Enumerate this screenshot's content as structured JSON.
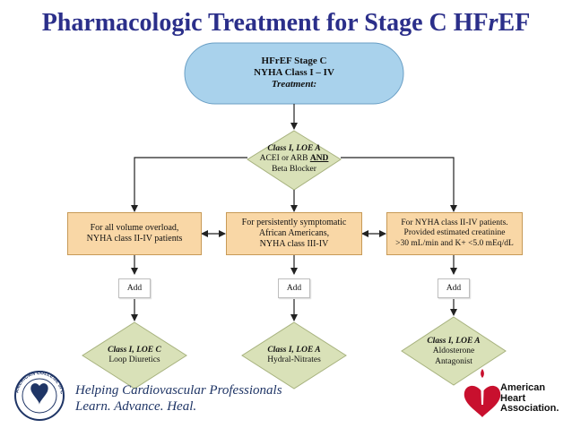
{
  "title": {
    "main": "Pharmacologic Treatment for Stage C HF",
    "italic_letter": "r",
    "tail": "EF"
  },
  "start_node": {
    "line1": "HFrEF Stage C",
    "line2": "NYHA Class I – IV",
    "line3": "Treatment:"
  },
  "decision_top": {
    "class_line": "Class I, LOE A",
    "drug_line_pre": "ACEI or ARB ",
    "drug_line_and": "AND",
    "drug_line2": "Beta Blocker"
  },
  "condition_boxes": [
    {
      "line1": "For all volume overload,",
      "line2": "NYHA class II-IV patients",
      "line3": ""
    },
    {
      "line1": "For persistently symptomatic",
      "line2": "African Americans,",
      "line3": "NYHA class III-IV"
    },
    {
      "line1": "For NYHA class II-IV patients.",
      "line2": "Provided  estimated creatinine",
      "line3": ">30 mL/min and K+ <5.0 mEq/dL"
    }
  ],
  "add_boxes": [
    "Add",
    "Add",
    "Add"
  ],
  "therapy_diamonds": [
    {
      "class_line": "Class I, LOE C",
      "line1": "Loop Diuretics",
      "line2": ""
    },
    {
      "class_line": "Class I, LOE A",
      "line1": "Hydral-Nitrates",
      "line2": ""
    },
    {
      "class_line": "Class I, LOE A",
      "line1": "Aldosterone",
      "line2": "Antagonist"
    }
  ],
  "footer": {
    "acc_tagline1": "Helping Cardiovascular Professionals",
    "acc_tagline2": "Learn. Advance. Heal.",
    "acc_seal_text": "AMERICAN COLLEGE of CARDIOLOGY",
    "aha_line1": "American",
    "aha_line2": "Heart",
    "aha_line3": "Association."
  },
  "colors": {
    "title": "#2b2f8a",
    "start_fill": "#a9d2ec",
    "diamond_fill": "#d9e1b8",
    "condition_fill": "#f9d7a6",
    "aha_red": "#c8102e",
    "acc_blue": "#1f3566"
  }
}
